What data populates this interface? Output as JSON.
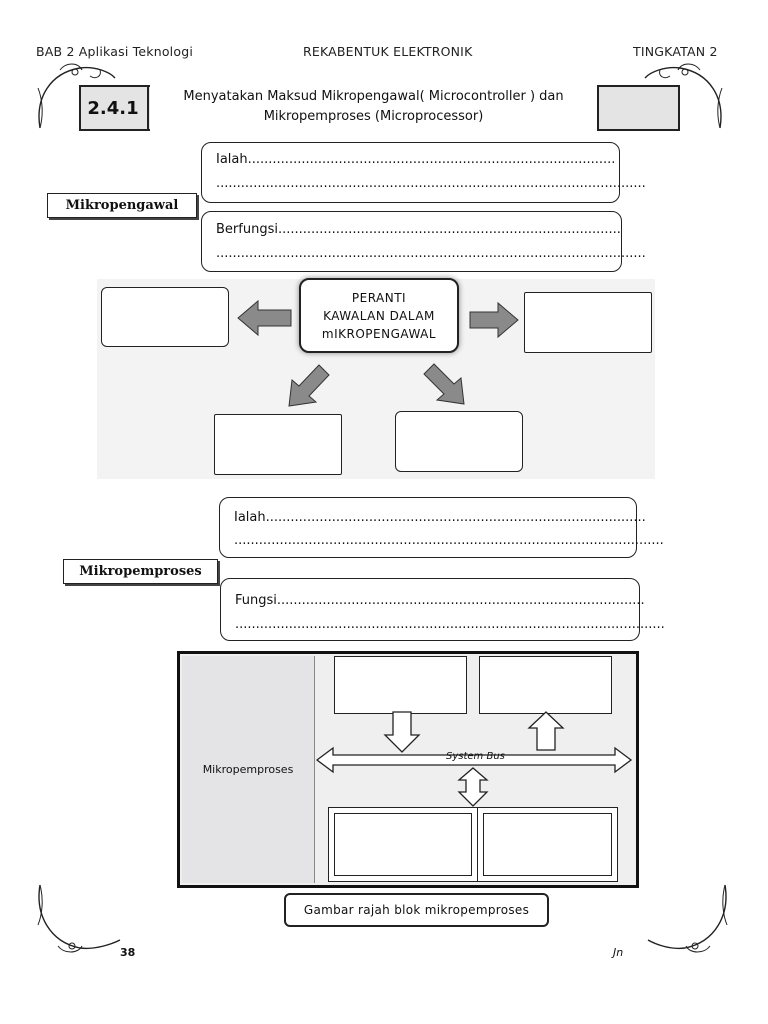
{
  "header": {
    "left": "BAB 2 Aplikasi Teknologi",
    "center": "REKABENTUK ELEKTRONIK",
    "right": "TINGKATAN 2"
  },
  "title": {
    "number": "2.4.1",
    "line1": "Menyatakan Maksud Mikropengawal( Microcontroller ) dan",
    "line2": "Mikropemproses (Microprocessor)"
  },
  "mikropengawal": {
    "label": "Mikropengawal",
    "ialah": "Ialah.........................................................................................",
    "ialah_cont": "........................................................................................................",
    "berfungsi": "Berfungsi...................................................................................",
    "berfungsi_cont": "........................................................................................................",
    "center_line1": "PERANTI",
    "center_line2": "KAWALAN DALAM",
    "center_line3": "mIKROPENGAWAL"
  },
  "mikropemproses": {
    "label": "Mikropemproses",
    "ialah": "Ialah............................................................................................",
    "ialah_cont": "........................................................................................................",
    "fungsi": "Fungsi.........................................................................................",
    "fungsi_cont": "........................................................................................................"
  },
  "block_diagram": {
    "side_label": "Mikropemproses",
    "bus_label": "System Bus",
    "caption": "Gambar rajah blok mikropemproses"
  },
  "footer": {
    "page_number": "38",
    "right_mark": "Jn"
  }
}
